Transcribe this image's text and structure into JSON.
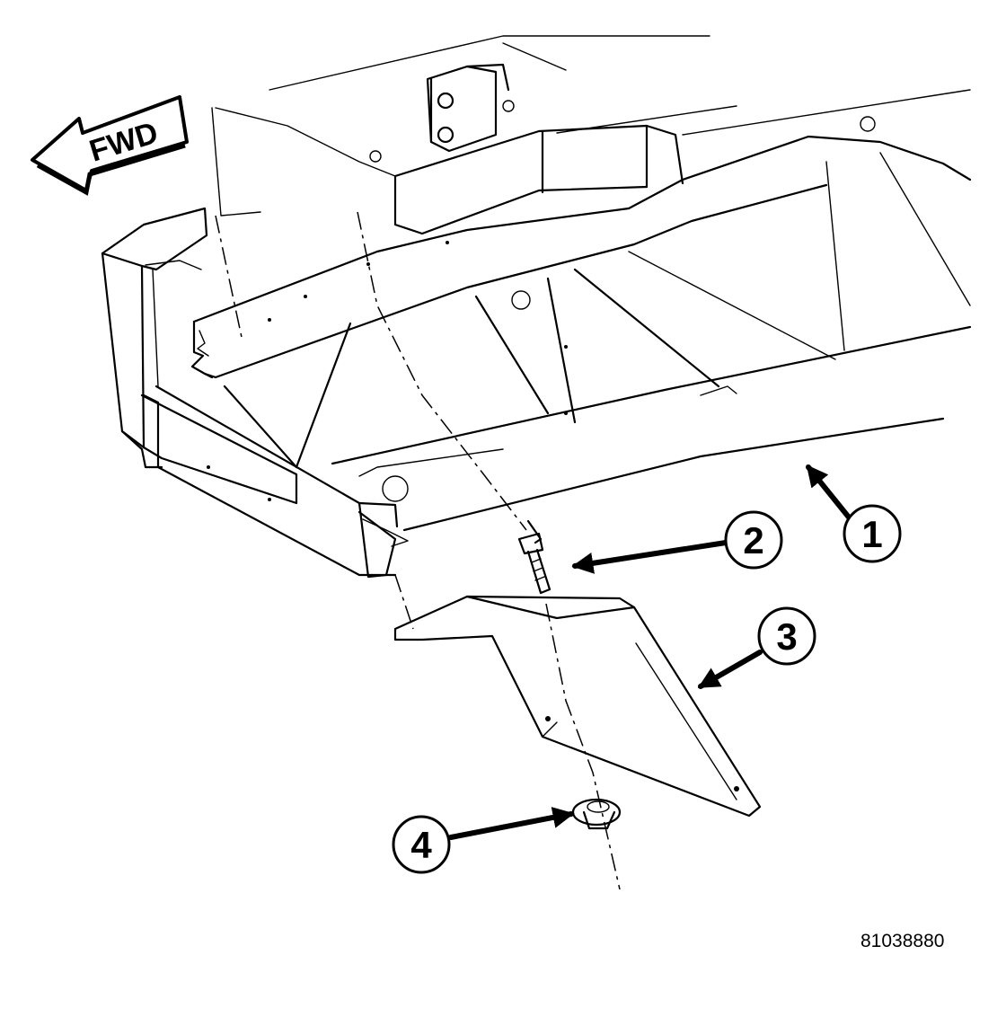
{
  "orientation": {
    "label": "FWD"
  },
  "callouts": [
    "1",
    "2",
    "3",
    "4"
  ],
  "figure_id": "81038880"
}
